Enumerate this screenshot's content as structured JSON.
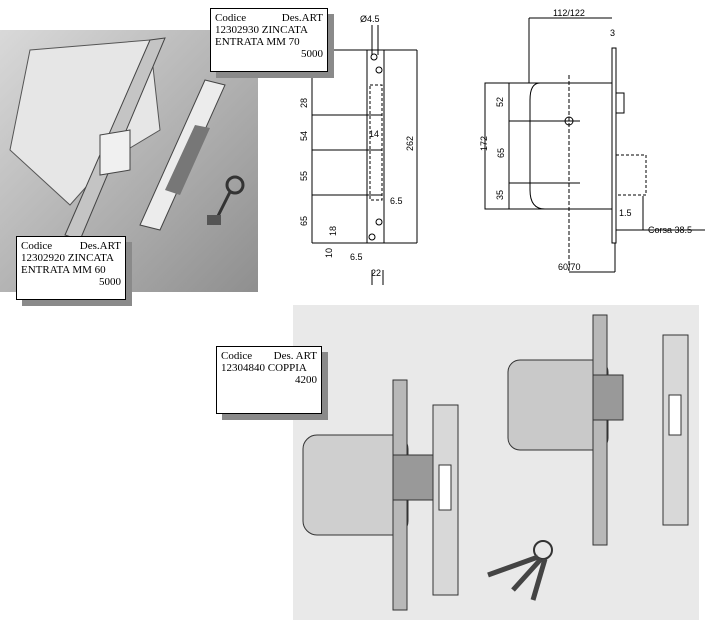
{
  "products": [
    {
      "code_header": "Codice",
      "desc_header": "Des.ART",
      "code": "12302930",
      "desc": "ZINCATA",
      "desc2": "ENTRATA MM 70",
      "price": "5000"
    },
    {
      "code_header": "Codice",
      "desc_header": "Des.ART",
      "code": "12302920",
      "desc": "ZINCATA",
      "desc2": "ENTRATA MM 60",
      "price": "5000"
    },
    {
      "code_header": "Codice",
      "desc_header": "Des. ART",
      "code": "12304840",
      "desc": "COPPIA",
      "price": "4200"
    }
  ],
  "drawing_front": {
    "dims": {
      "hole": "Ø4.5",
      "d28": "28",
      "d54": "54",
      "d55": "55",
      "d65": "65",
      "height": "262",
      "d14": "14",
      "d65b": "6.5",
      "d18": "18",
      "d10": "10",
      "d65c": "6.5",
      "width": "22"
    }
  },
  "drawing_side": {
    "dims": {
      "depth": "112/122",
      "plate": "3",
      "d52": "52",
      "height": "172",
      "d65": "65",
      "d35": "35",
      "d15": "1.5",
      "stroke": "Corsa  38.5",
      "backset": "60/70"
    }
  }
}
